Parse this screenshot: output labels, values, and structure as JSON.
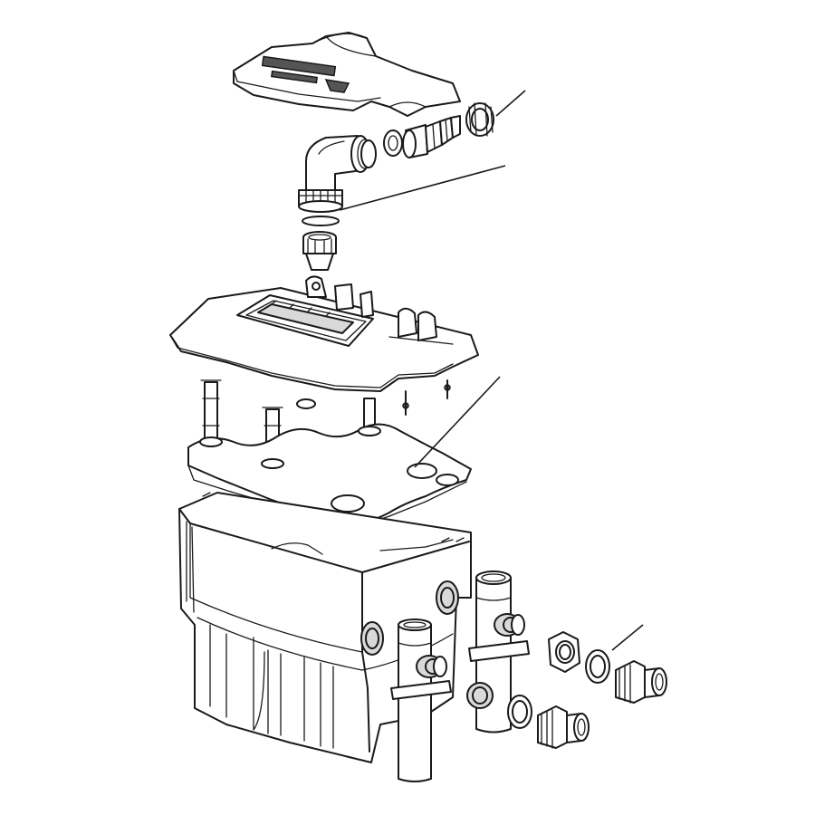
{
  "diagram": {
    "type": "exploded-assembly",
    "colors": {
      "line": "#1a1a1a",
      "background": "#ffffff",
      "shade": "#d9d9d9"
    },
    "parts": [
      "filter-lid",
      "hose-tail-fitting",
      "elbow-outlet",
      "inlet-connector",
      "filter-tray",
      "filter-sponge",
      "filter-box",
      "outlet-pipe-left",
      "outlet-pipe-right",
      "pipe-fittings"
    ]
  }
}
